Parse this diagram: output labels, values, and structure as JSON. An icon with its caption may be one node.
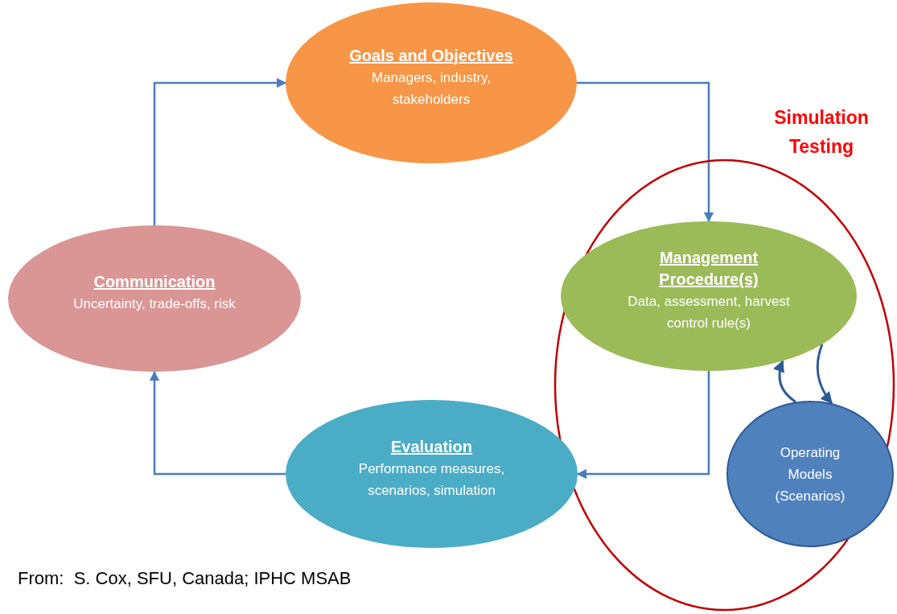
{
  "diagram": {
    "nodes": [
      {
        "text": [
          "Goals and Objectives",
          "Managers, industry, stakeholders"
        ]
      },
      {
        "text": [
          "Simulation Testing"
        ]
      },
      {
        "text": [
          "Management Procedure(s)",
          "Data, assessment, harvest control rule(s)"
        ],
        "in": 1
      },
      {
        "text": [
          "Operating Models (Scenarios)"
        ],
        "in": 1
      },
      {
        "text": [
          "Evaluation",
          "Performance measures, scenarios, simulation"
        ]
      },
      {
        "text": [
          "Communication",
          "Uncertainty, trade-offs, risk"
        ]
      }
    ],
    "edges": [
      {
        "from": 0,
        "to": 2,
        "arrow": "to"
      },
      {
        "from": 2,
        "to": 4,
        "arrow": "to"
      },
      {
        "from": 4,
        "to": 5,
        "arrow": "to"
      },
      {
        "from": 5,
        "to": 0,
        "arrow": "to"
      },
      {
        "from": 2,
        "to": 3,
        "arrow": "to",
        "color": "#2e5a94"
      },
      {
        "from": 3,
        "to": 2,
        "arrow": "to",
        "color": "#2e5a94"
      }
    ],
    "labels": [
      "From:  S. Cox, SFU, Canada; IPHC MSAB"
    ]
  }
}
